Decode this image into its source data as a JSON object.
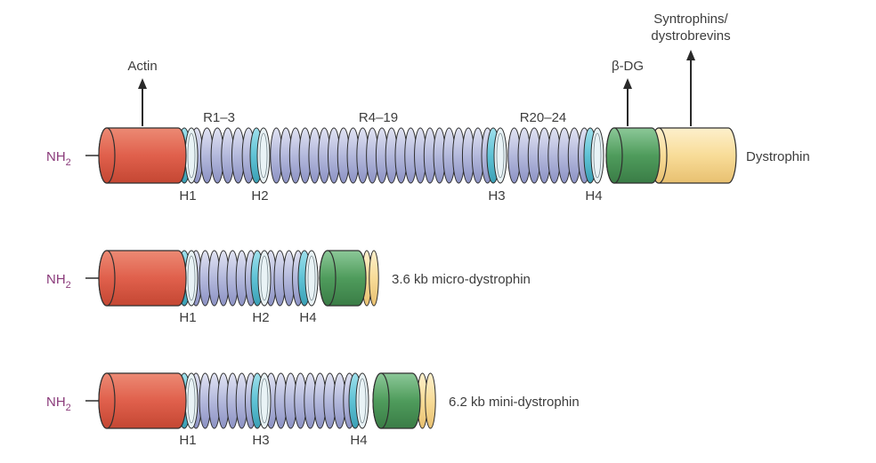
{
  "top_labels": {
    "actin": "Actin",
    "bdg": "β-DG",
    "syntrophins_line1": "Syntrophins/",
    "syntrophins_line2": "dystrobrevins",
    "r1_3": "R1–3",
    "r4_19": "R4–19",
    "r20_24": "R20–24"
  },
  "terminus": {
    "main": "NH",
    "sub": "2"
  },
  "colors": {
    "actin_domain": "#e0604c",
    "hinge": "#5fc3d6",
    "rod": "#b4b9dc",
    "bdg_domain": "#4f9c5c",
    "c_terminal": "#f8dc98"
  },
  "constructs": [
    {
      "name": "Dystrophin",
      "hinges": [
        {
          "label": "H1"
        },
        {
          "label": "H2"
        },
        {
          "label": "H3"
        },
        {
          "label": "H4"
        }
      ]
    },
    {
      "name": "3.6 kb micro-dystrophin",
      "hinges": [
        {
          "label": "H1"
        },
        {
          "label": "H2"
        },
        {
          "label": "H4"
        }
      ]
    },
    {
      "name": "6.2 kb mini-dystrophin",
      "hinges": [
        {
          "label": "H1"
        },
        {
          "label": "H3"
        },
        {
          "label": "H4"
        }
      ]
    }
  ]
}
